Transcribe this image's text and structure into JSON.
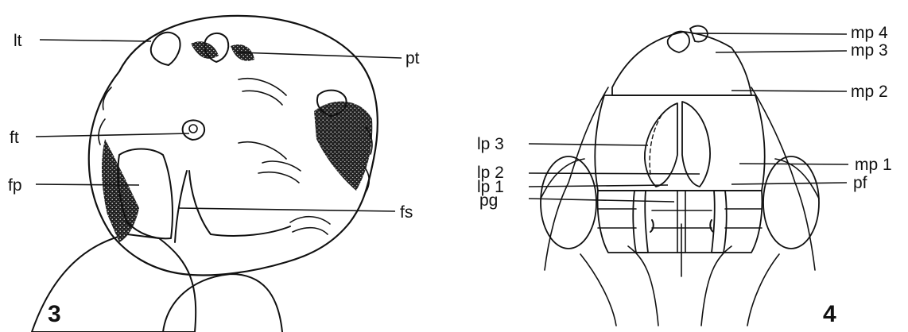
{
  "figure_3": {
    "number": "3",
    "labels": {
      "lt": "lt",
      "pt": "pt",
      "ft": "ft",
      "fp": "fp",
      "fs": "fs"
    }
  },
  "figure_4": {
    "number": "4",
    "labels": {
      "mp4": "mp 4",
      "mp3": "mp 3",
      "mp2": "mp 2",
      "lp3": "lp 3",
      "mp1": "mp 1",
      "lp2": "lp 2",
      "lp1": "lp 1",
      "pf": "pf",
      "pg": "pg"
    }
  },
  "colors": {
    "ink": "#111111",
    "background": "#ffffff"
  }
}
